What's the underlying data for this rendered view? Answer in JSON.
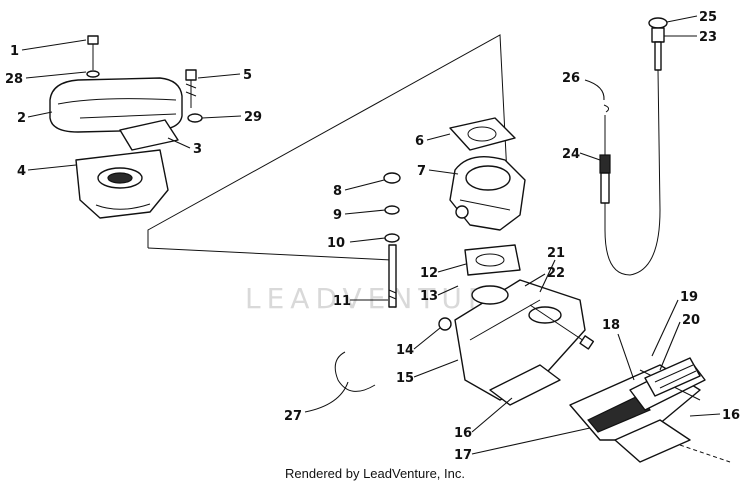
{
  "watermark": "LEADVENTURE",
  "footer": "Rendered by LeadVenture, Inc.",
  "callouts": [
    "1",
    "28",
    "2",
    "4",
    "5",
    "29",
    "3",
    "6",
    "7",
    "8",
    "9",
    "10",
    "11",
    "12",
    "13",
    "14",
    "15",
    "16",
    "17",
    "16",
    "18",
    "19",
    "20",
    "21",
    "22",
    "23",
    "24",
    "25",
    "26",
    "27"
  ]
}
